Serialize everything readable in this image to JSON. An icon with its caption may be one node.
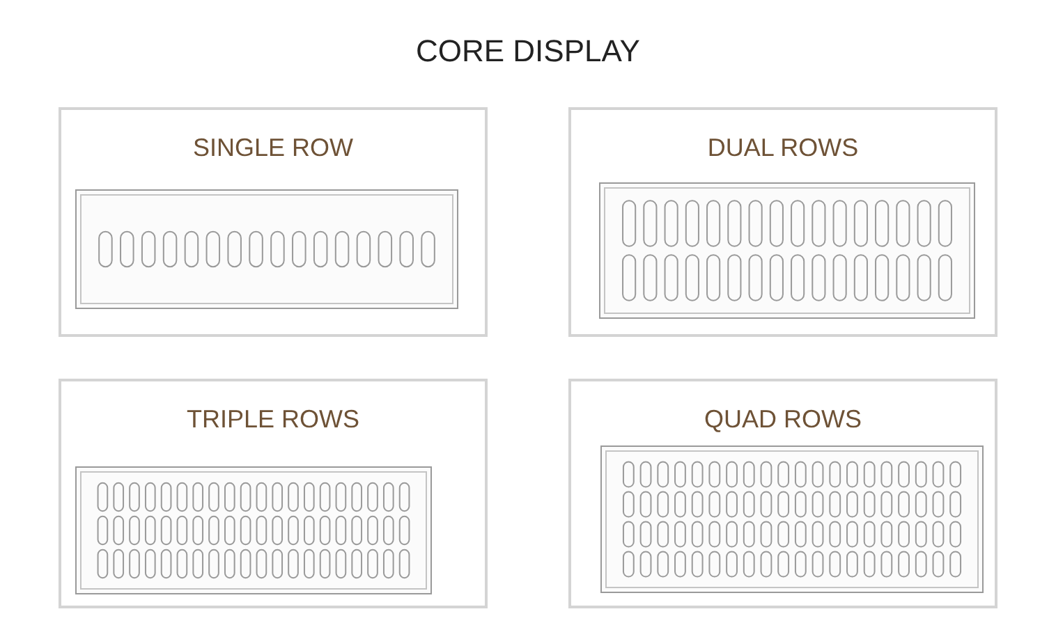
{
  "diagram": {
    "title": "CORE DISPLAY",
    "nodes": [
      {
        "text": [
          "SINGLE ROW"
        ]
      },
      {
        "text": [
          "DUAL ROWS"
        ]
      },
      {
        "text": [
          "TRIPLE ROWS"
        ]
      },
      {
        "text": [
          "QUAD ROWS"
        ]
      }
    ]
  }
}
